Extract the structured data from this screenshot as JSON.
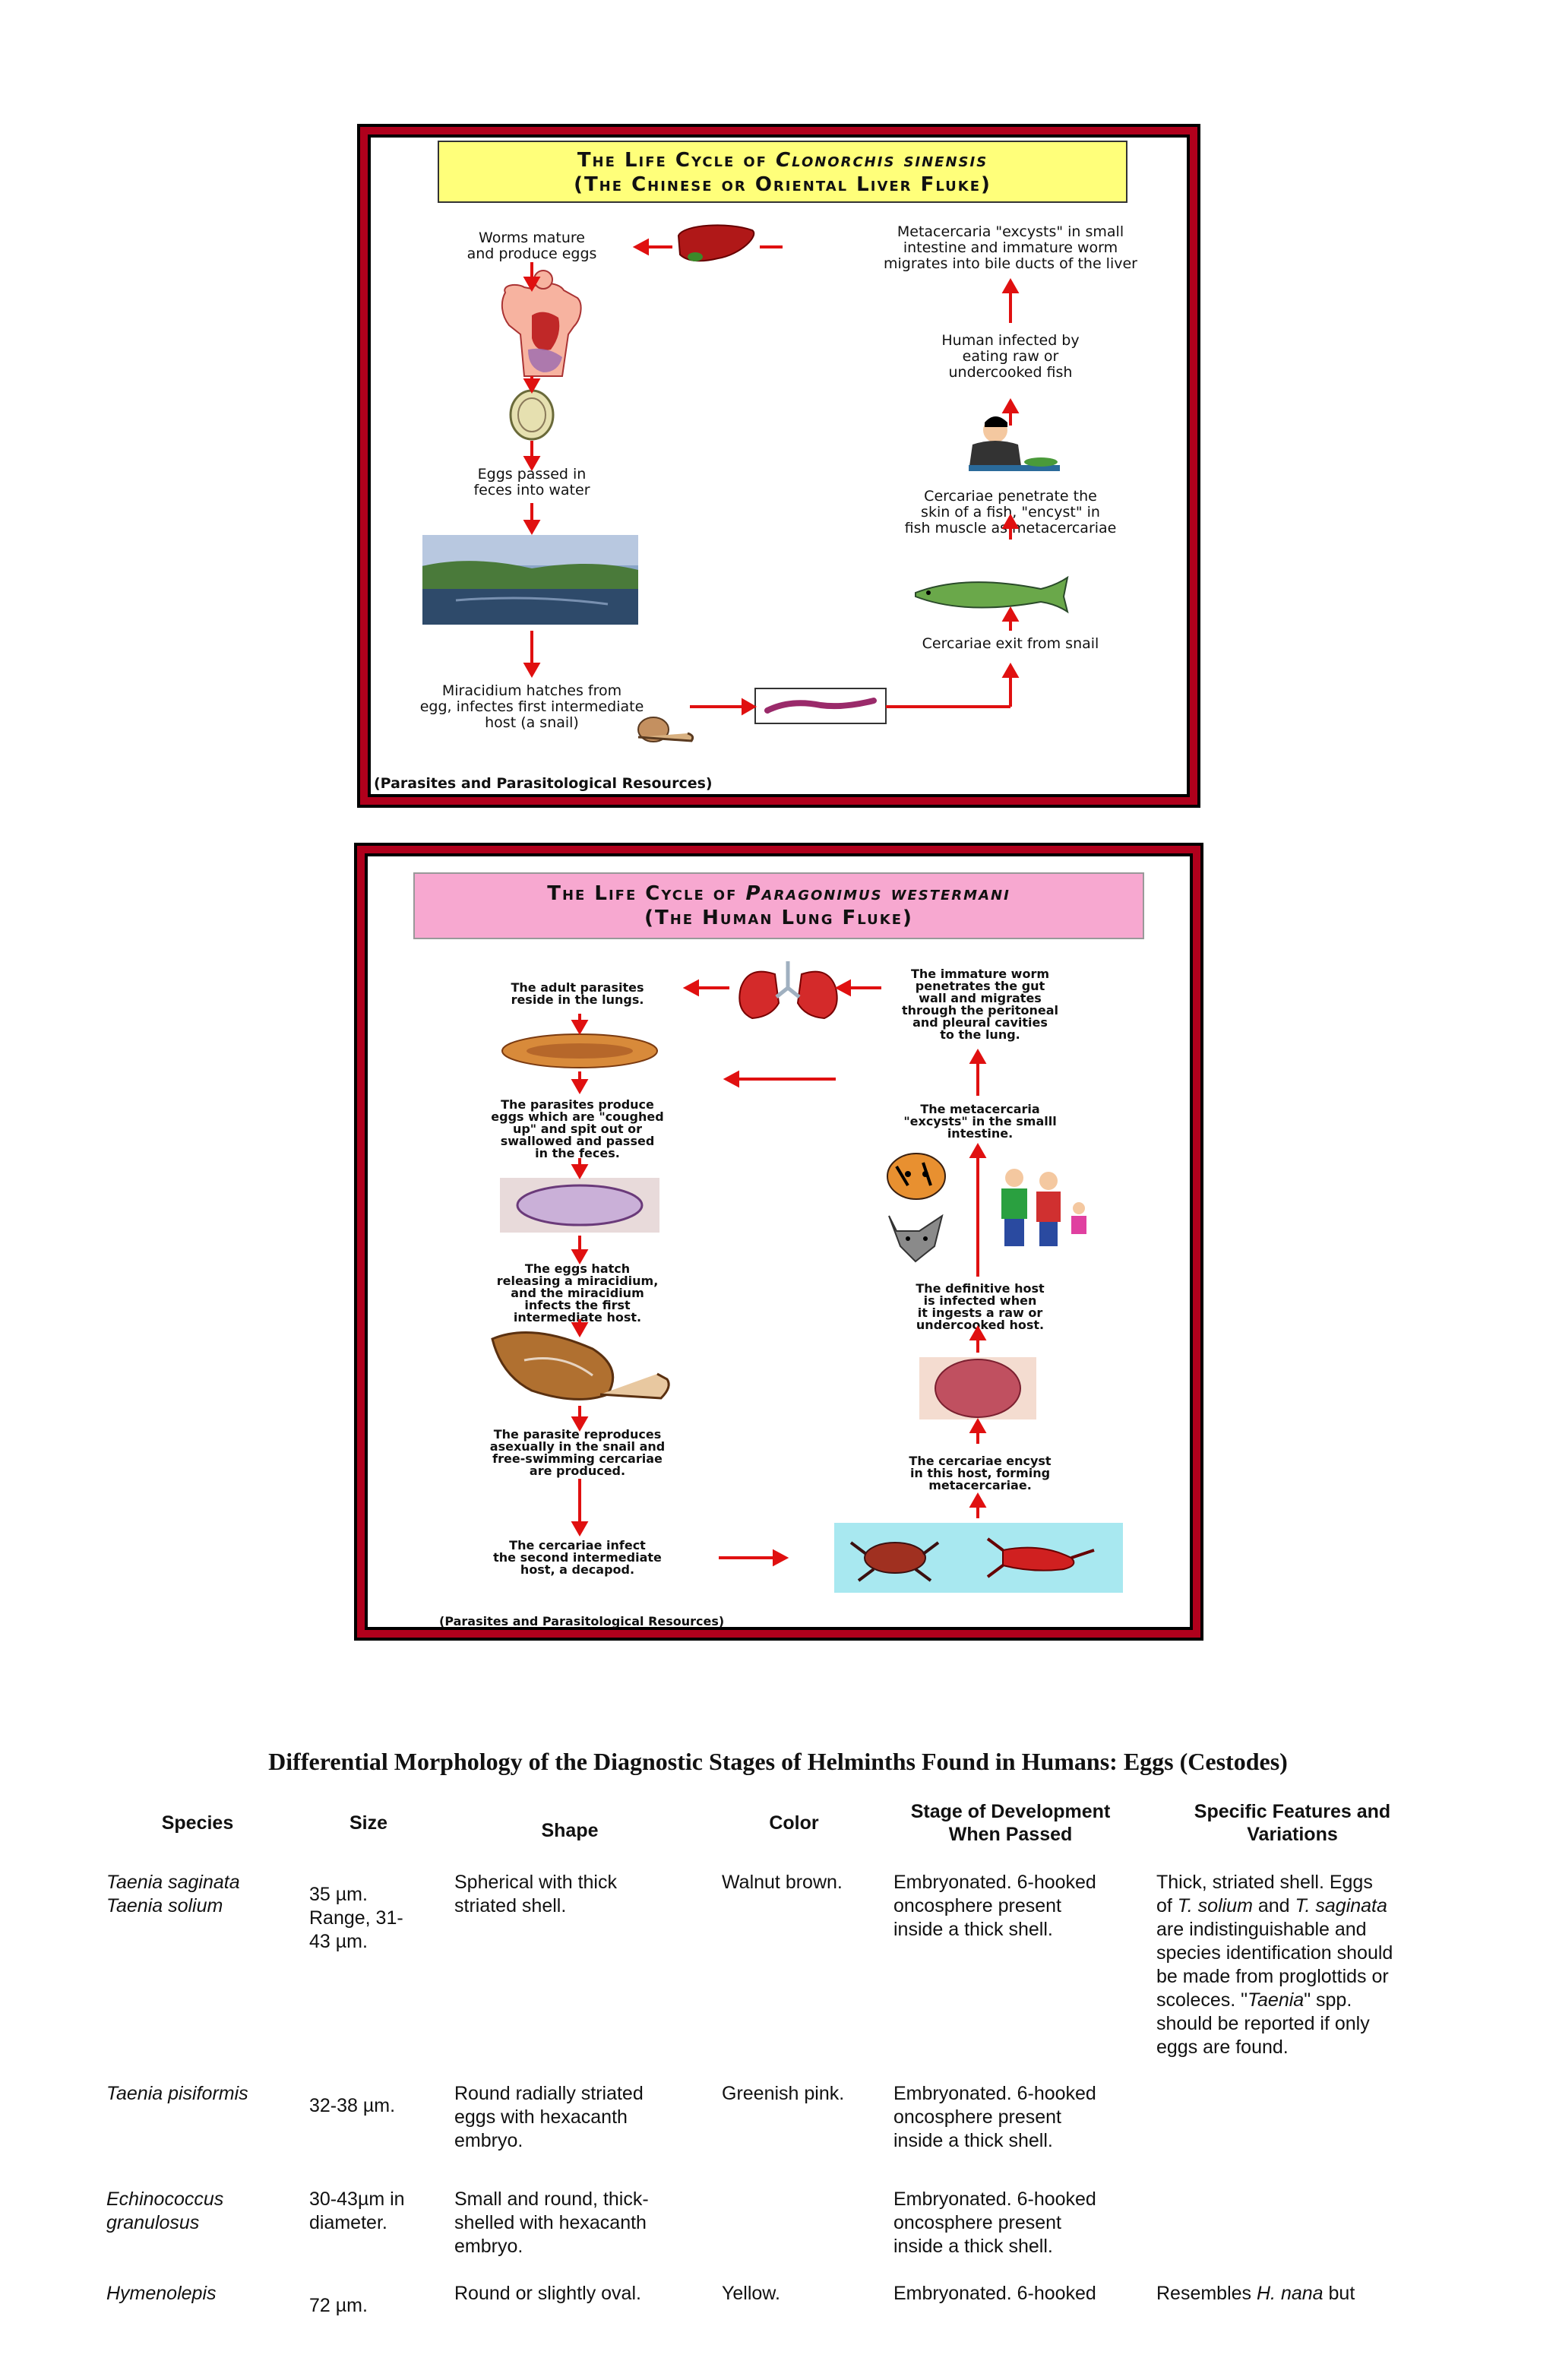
{
  "figure1": {
    "title_line1": "The Life Cycle of ",
    "title_species": "Clonorchis sinensis",
    "title_line2": "(The Chinese or Oriental Liver Fluke)",
    "labels": {
      "worms_mature": "Worms mature\nand produce eggs",
      "metacercaria_excysts": "Metacercaria \"excysts\" in small\nintestine and immature worm\nmigrates into bile ducts of the liver",
      "human_infected": "Human infected by\neating raw or\nundercooked fish",
      "eggs_passed": "Eggs passed in\nfeces into water",
      "cercariae_penetrate": "Cercariae penetrate the\nskin of a fish, \"encyst\" in\nfish muscle as metacercariae",
      "cercariae_exit": "Cercariae exit from snail",
      "miracidium_hatches": "Miracidium hatches from\negg, infectes first intermediate\nhost (a snail)"
    },
    "caption": "(Parasites and Parasitological Resources)"
  },
  "figure2": {
    "title_line1": "The Life Cycle of ",
    "title_species": "Paragonimus westermani",
    "title_line2": "(The Human Lung Fluke)",
    "labels": {
      "adult_parasites": "The adult parasites\nreside in the lungs.",
      "immature_worm": "The immature worm\npenetrates the gut\nwall and migrates\nthrough the peritoneal\nand pleural cavities\nto the lung.",
      "produce_eggs": "The parasites produce\neggs which are \"coughed\nup\" and spit out or\nswallowed and passed\nin the feces.",
      "metacercaria_excysts": "The metacercaria\n\"excysts\" in the smalll\nintestine.",
      "eggs_hatch": "The eggs hatch\nreleasing a miracidium,\nand the miracidium\ninfects the first\nintermediate host.",
      "definitive_host": "The definitive host\nis infected when\nit ingests a raw or\nundercooked host.",
      "reproduces": "The parasite reproduces\nasexually in the snail and\nfree-swimming cercariae\nare produced.",
      "cercariae_encyst": "The cercariae encyst\nin this host, forming\nmetacercariae.",
      "cercariae_infect": "The cercariae infect\nthe second intermediate\nhost, a decapod."
    },
    "caption": "(Parasites and Parasitological Resources)"
  },
  "table": {
    "title": "Differential Morphology of the Diagnostic Stages of Helminths Found in Humans: Eggs (Cestodes)",
    "headers": {
      "species": "Species",
      "size": "Size",
      "shape": "Shape",
      "color": "Color",
      "stage": "Stage of Development\nWhen Passed",
      "features": "Specific Features and\nVariations"
    },
    "rows": [
      {
        "species": "Taenia saginata\nTaenia solium",
        "size": "35 µm.\nRange, 31-\n43 µm.",
        "shape": "Spherical with thick\nstriated shell.",
        "color": "Walnut brown.",
        "stage": "Embryonated.  6-hooked\noncosphere present\ninside a thick shell.",
        "features_parts": [
          "Thick, striated shell.  Eggs\nof ",
          "T. solium",
          " and ",
          "T. saginata",
          "\nare indistinguishable and\nspecies identification should\nbe made from proglottids or\nscoleces. \"",
          "Taenia",
          "\" spp.\nshould be reported if only\neggs are found."
        ]
      },
      {
        "species": "Taenia pisiformis",
        "size": "32-38 µm.",
        "shape": "Round radially striated\neggs with hexacanth\nembryo.",
        "color": "Greenish pink.",
        "stage": "Embryonated.  6-hooked\noncosphere present\ninside a thick shell.",
        "features_parts": []
      },
      {
        "species": "Echinococcus\ngranulosus",
        "size": "30-43µm in\ndiameter.",
        "shape": "Small and round, thick-\nshelled with hexacanth\nembryo.",
        "color": "",
        "stage": "Embryonated.  6-hooked\noncosphere present\ninside a thick shell.",
        "features_parts": []
      },
      {
        "species": "Hymenolepis",
        "size": "72 µm.",
        "shape": "Round or slightly oval.",
        "color": "Yellow.",
        "stage": "Embryonated.  6-hooked",
        "features_parts": [
          "Resembles ",
          "H. nana",
          " but"
        ]
      }
    ]
  },
  "colors": {
    "frame_red": "#b0001c",
    "title1_bg": "#ffff7a",
    "title2_bg": "#f7a8d0",
    "arrow_red": "#e01010"
  }
}
